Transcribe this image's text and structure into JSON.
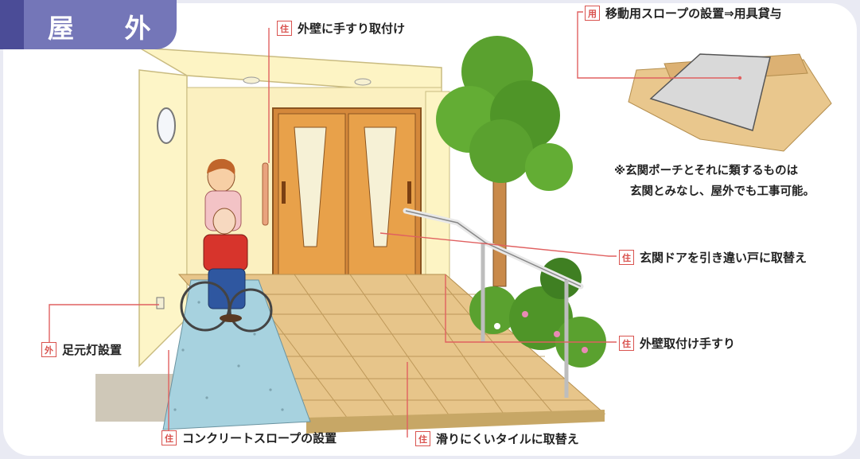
{
  "header": {
    "title": "屋 外"
  },
  "badges": {
    "ju": "住",
    "you": "用",
    "gai": "外"
  },
  "labels": {
    "wall_handrail": "外壁に手すり取付け",
    "ramp_rental": "移動用スロープの設置⇒用具貸与",
    "door_replace": "玄関ドアを引き違い戸に取替え",
    "wall_rail": "外壁取付け手すり",
    "foot_light": "足元灯設置",
    "concrete_slope": "コンクリートスロープの設置",
    "non_slip_tile": "滑りにくいタイルに取替え"
  },
  "note": {
    "line1": "※玄関ポーチとそれに類するものは",
    "line2": "玄関とみなし、屋外でも工事可能。"
  },
  "colors": {
    "tab": "#7476b8",
    "tab_dark": "#4b4c97",
    "leader": "#e06060",
    "badge": "#d9534f",
    "door": "#e8a14a",
    "tree": "#5aa12f",
    "tile": "#e7c58a"
  }
}
